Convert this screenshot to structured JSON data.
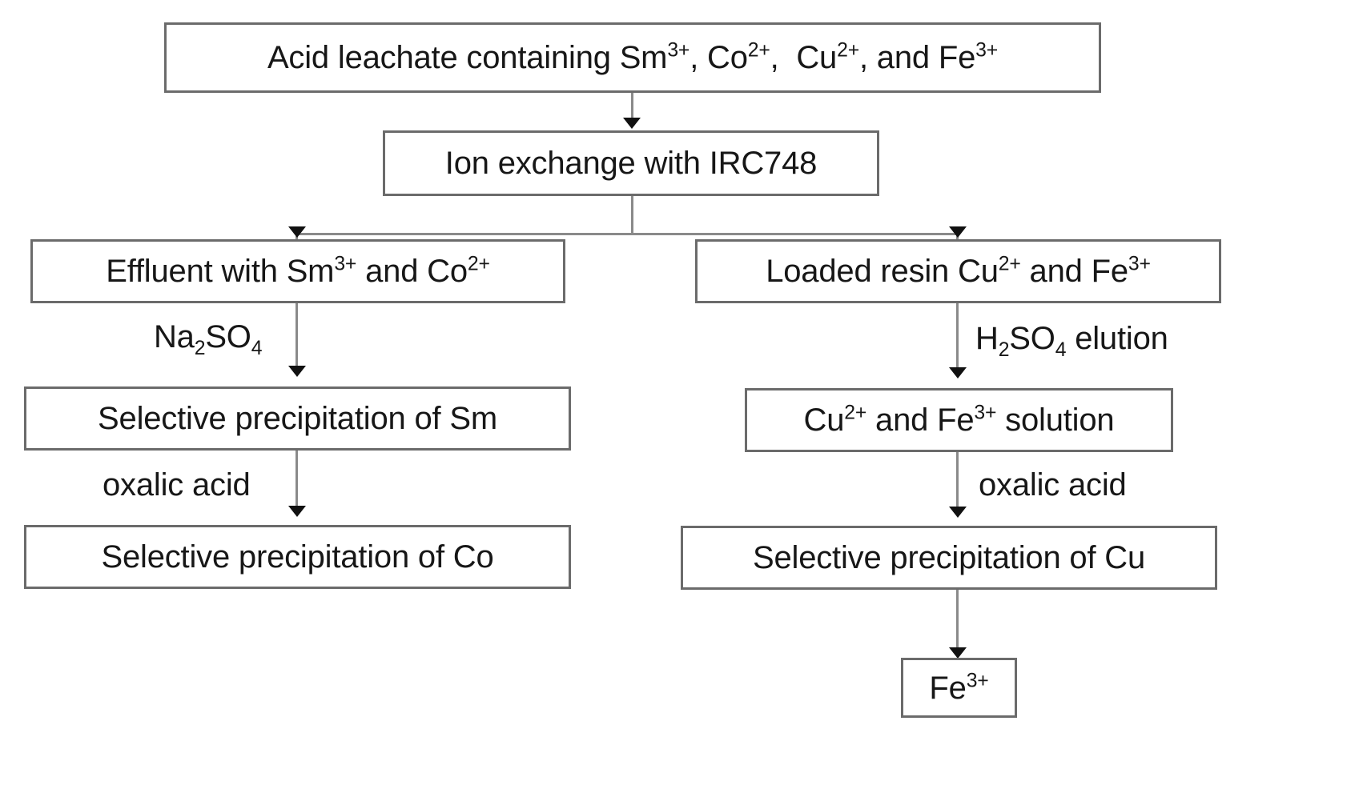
{
  "diagram": {
    "title": "Hydrometallurgical separation flowchart for Sm, Co, Cu and Fe recovery",
    "background_color": "#ffffff",
    "box_border_color": "#6b6b6b",
    "connector_color": "#8a8a8a",
    "arrowhead_color": "#111111",
    "text_color": "#171717",
    "nodes": [
      {
        "id": "acid-leachate",
        "label": "Acid leachate containing Sm3+, Co2+, Cu2+, and Fe3+",
        "html": "Acid leachate containing Sm<sup>3+</sup>, Co<sup>2+</sup>,&nbsp; Cu<sup>2+</sup>, and Fe<sup>3+</sup>"
      },
      {
        "id": "ion-exchange",
        "label": "Ion exchange with IRC748",
        "html": "Ion exchange with IRC748"
      },
      {
        "id": "effluent",
        "label": "Effluent with Sm3+ and Co2+",
        "html": "Effluent with Sm<sup>3+</sup> and Co<sup>2+</sup>"
      },
      {
        "id": "loaded-resin",
        "label": "Loaded resin Cu2+ and Fe3+",
        "html": "Loaded resin Cu<sup>2+</sup> and Fe<sup>3+</sup>"
      },
      {
        "id": "precip-sm",
        "label": "Selective precipitation of Sm",
        "html": "Selective precipitation of Sm"
      },
      {
        "id": "cu-fe-solution",
        "label": "Cu2+ and Fe3+ solution",
        "html": "Cu<sup>2+</sup> and Fe<sup>3+</sup> solution"
      },
      {
        "id": "precip-co",
        "label": "Selective precipitation of Co",
        "html": "Selective precipitation of Co"
      },
      {
        "id": "precip-cu",
        "label": "Selective precipitation of Cu",
        "html": "Selective precipitation of Cu"
      },
      {
        "id": "fe-product",
        "label": "Fe3+",
        "html": "Fe<sup>3+</sup>"
      }
    ],
    "edge_labels": [
      {
        "id": "na2so4",
        "label": "Na2SO4",
        "html": "Na<sub>2</sub>SO<sub>4</sub>"
      },
      {
        "id": "h2so4-elution",
        "label": "H2SO4 elution",
        "html": "H<sub>2</sub>SO<sub>4</sub> elution"
      },
      {
        "id": "oxalic-acid-left",
        "label": "oxalic acid",
        "html": "oxalic acid"
      },
      {
        "id": "oxalic-acid-right",
        "label": "oxalic acid",
        "html": "oxalic acid"
      }
    ]
  }
}
